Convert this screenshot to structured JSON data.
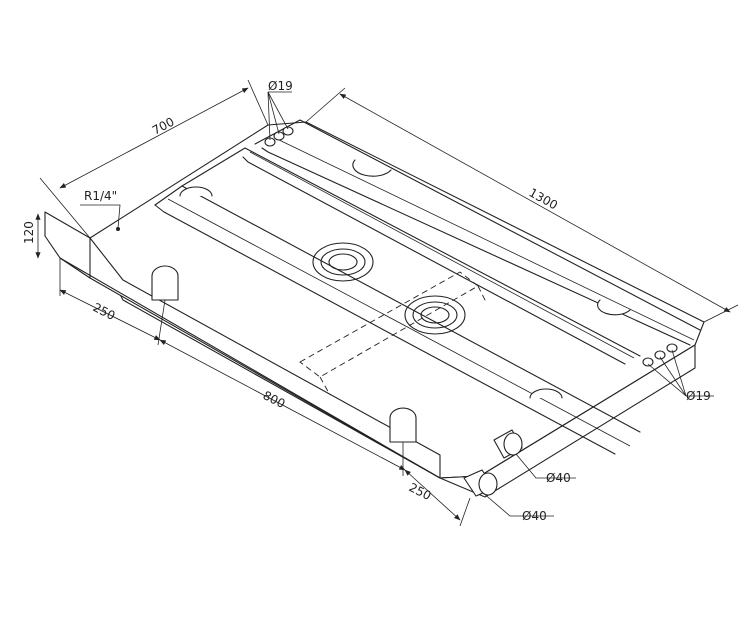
{
  "dimensions": {
    "length": "1300",
    "width": "700",
    "height": "120",
    "gap_left": "250",
    "center": "800",
    "gap_right": "250"
  },
  "callouts": {
    "thread": "R1/4\"",
    "port_top": "Ø19",
    "port_right": "Ø19",
    "pipe_upper": "Ø40",
    "pipe_lower": "Ø40"
  }
}
